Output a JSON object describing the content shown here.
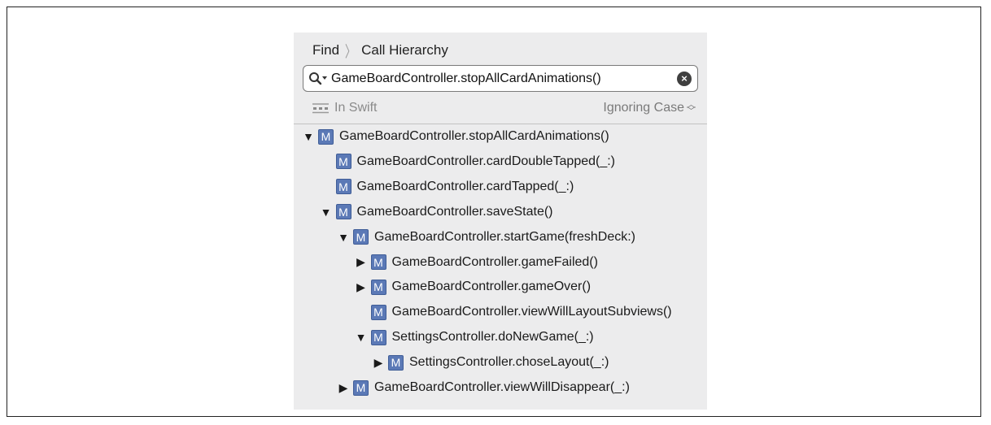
{
  "breadcrumb": {
    "find": "Find",
    "mode": "Call Hierarchy"
  },
  "search": {
    "value": "GameBoardController.stopAllCardAnimations()"
  },
  "options": {
    "scope": "In Swift",
    "case": "Ignoring Case"
  },
  "icons": {
    "method_letter": "M",
    "method_color": "#5b79b6",
    "clear": "×"
  },
  "tree": [
    {
      "label": "GameBoardController.stopAllCardAnimations()",
      "expanded": "open"
    },
    {
      "label": "GameBoardController.cardDoubleTapped(_:)",
      "expanded": "none"
    },
    {
      "label": "GameBoardController.cardTapped(_:)",
      "expanded": "none"
    },
    {
      "label": "GameBoardController.saveState()",
      "expanded": "open"
    },
    {
      "label": "GameBoardController.startGame(freshDeck:)",
      "expanded": "open"
    },
    {
      "label": "GameBoardController.gameFailed()",
      "expanded": "closed"
    },
    {
      "label": "GameBoardController.gameOver()",
      "expanded": "closed"
    },
    {
      "label": "GameBoardController.viewWillLayoutSubviews()",
      "expanded": "none"
    },
    {
      "label": "SettingsController.doNewGame(_:)",
      "expanded": "open"
    },
    {
      "label": "SettingsController.choseLayout(_:)",
      "expanded": "closed"
    },
    {
      "label": "GameBoardController.viewWillDisappear(_:)",
      "expanded": "closed"
    }
  ]
}
